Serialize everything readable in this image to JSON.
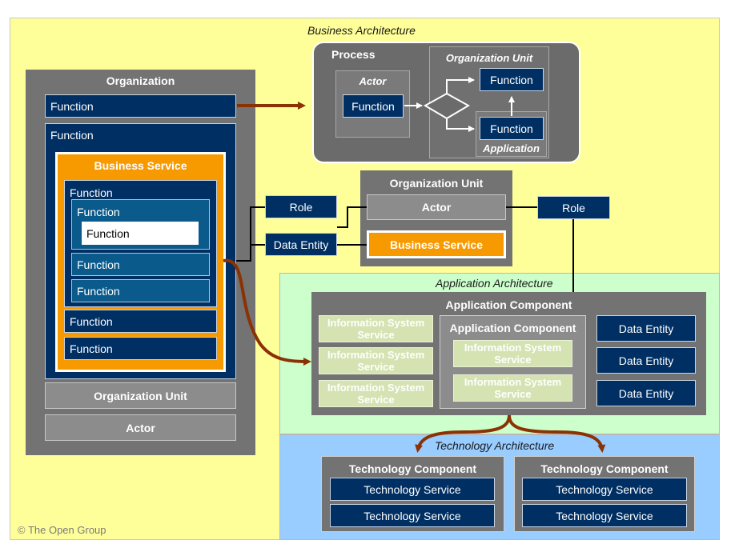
{
  "layers": {
    "business": "Business Architecture",
    "application": "Application Architecture",
    "technology": "Technology Architecture"
  },
  "organization": {
    "title": "Organization",
    "function_top": "Function",
    "function_outer": "Function",
    "business_service": "Business Service",
    "nested_function": "Function",
    "inner_function": "Function",
    "innermost_function": "Function",
    "function_a": "Function",
    "function_b": "Function",
    "function_c": "Function",
    "function_d": "Function",
    "org_unit": "Organization Unit",
    "actor": "Actor"
  },
  "process": {
    "title": "Process",
    "actor": "Actor",
    "actor_function": "Function",
    "org_unit": "Organization Unit",
    "function_top": "Function",
    "function_bottom": "Function",
    "application": "Application"
  },
  "middle": {
    "role_left": "Role",
    "data_entity": "Data Entity",
    "org_unit": "Organization Unit",
    "actor": "Actor",
    "business_service": "Business Service",
    "role_right": "Role"
  },
  "application": {
    "component": "Application Component",
    "iss": [
      "Information System Service",
      "Information System Service",
      "Information System Service"
    ],
    "inner_component": "Application Component",
    "inner_iss": [
      "Information System Service",
      "Information System Service"
    ],
    "data_entities": [
      "Data Entity",
      "Data Entity",
      "Data Entity"
    ]
  },
  "technology": {
    "components": [
      {
        "title": "Technology Component",
        "services": [
          "Technology Service",
          "Technology Service"
        ]
      },
      {
        "title": "Technology Component",
        "services": [
          "Technology Service",
          "Technology Service"
        ]
      }
    ]
  },
  "copyright": "© The Open Group",
  "colors": {
    "business_bg": "#ffff99",
    "application_bg": "#ccffcc",
    "technology_bg": "#99ccff",
    "navy": "#002f63",
    "orange": "#f79a00",
    "arrow": "#8b3205"
  }
}
